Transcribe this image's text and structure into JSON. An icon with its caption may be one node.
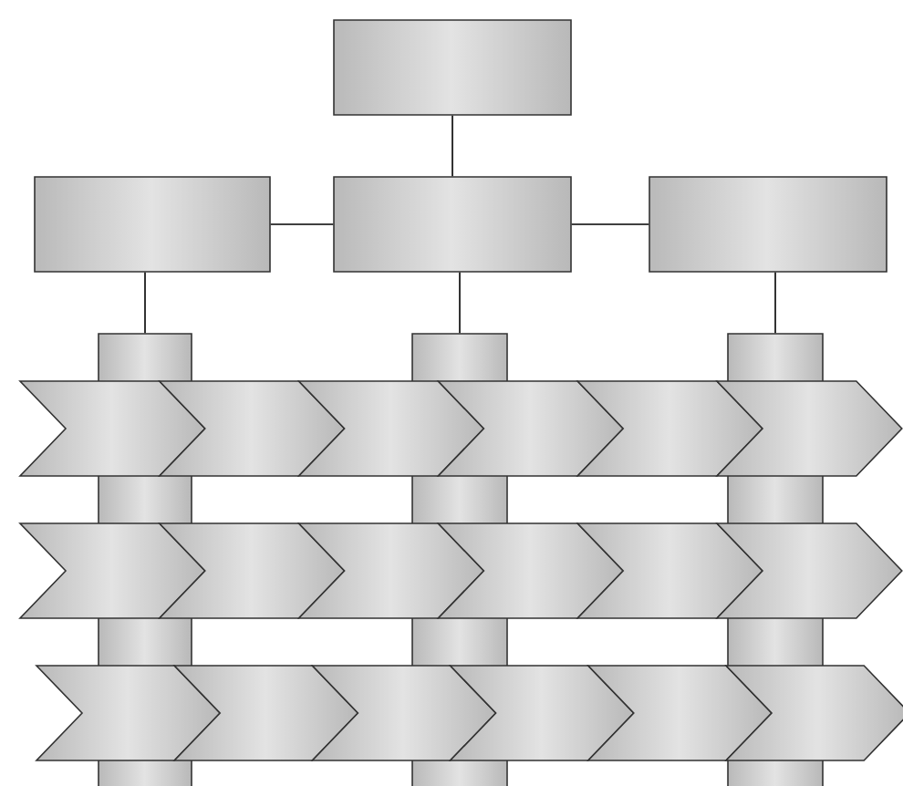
{
  "diagram": {
    "nodes": [
      {
        "text": [],
        "shape": "box"
      },
      {
        "text": [],
        "shape": "box"
      },
      {
        "text": [],
        "shape": "box"
      },
      {
        "text": [],
        "shape": "box"
      },
      {
        "text": [],
        "shape": "bar"
      },
      {
        "text": [],
        "shape": "bar"
      },
      {
        "text": [],
        "shape": "bar"
      },
      {
        "text": [],
        "shape": "chevron"
      },
      {
        "text": [],
        "shape": "chevron"
      },
      {
        "text": [],
        "shape": "chevron"
      },
      {
        "text": [],
        "shape": "chevron"
      },
      {
        "text": [],
        "shape": "chevron"
      },
      {
        "text": [],
        "shape": "chevron"
      },
      {
        "text": [],
        "shape": "chevron"
      },
      {
        "text": [],
        "shape": "chevron"
      },
      {
        "text": [],
        "shape": "chevron"
      },
      {
        "text": [],
        "shape": "chevron"
      },
      {
        "text": [],
        "shape": "chevron"
      },
      {
        "text": [],
        "shape": "chevron"
      },
      {
        "text": [],
        "shape": "chevron"
      },
      {
        "text": [],
        "shape": "chevron"
      },
      {
        "text": [],
        "shape": "chevron"
      },
      {
        "text": [],
        "shape": "chevron"
      },
      {
        "text": [],
        "shape": "chevron"
      },
      {
        "text": [],
        "shape": "chevron"
      }
    ],
    "edges": [
      {
        "from": 0,
        "to": 2,
        "arrow": "none"
      },
      {
        "from": 2,
        "to": 1,
        "arrow": "none"
      },
      {
        "from": 2,
        "to": 3,
        "arrow": "none"
      },
      {
        "from": 1,
        "to": 4,
        "arrow": "none"
      },
      {
        "from": 2,
        "to": 5,
        "arrow": "none"
      },
      {
        "from": 3,
        "to": 6,
        "arrow": "none"
      }
    ]
  }
}
